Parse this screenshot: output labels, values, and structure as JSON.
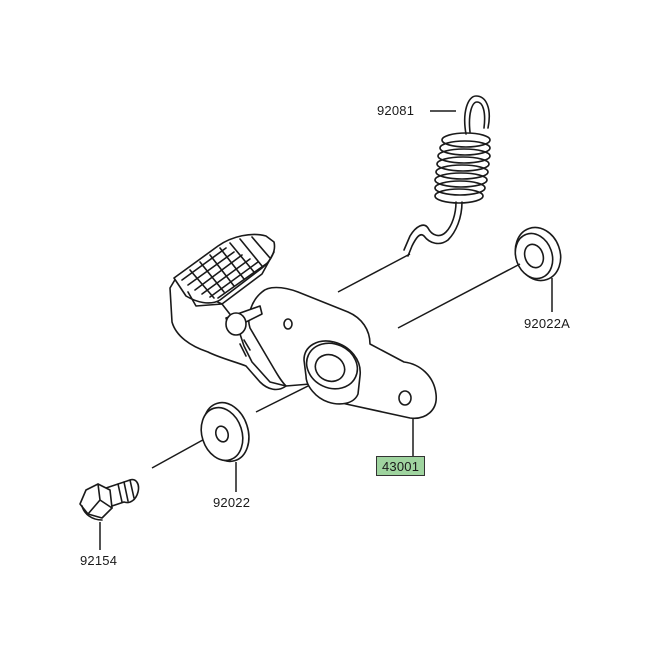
{
  "parts": {
    "spring": {
      "number": "92081"
    },
    "washer_right": {
      "number": "92022A"
    },
    "pedal": {
      "number": "43001",
      "highlight_color": "#9fd49f"
    },
    "washer_left": {
      "number": "92022"
    },
    "bolt": {
      "number": "92154"
    }
  },
  "colors": {
    "line": "#1a1a1a",
    "background": "#ffffff",
    "highlight": "#9fd49f"
  }
}
